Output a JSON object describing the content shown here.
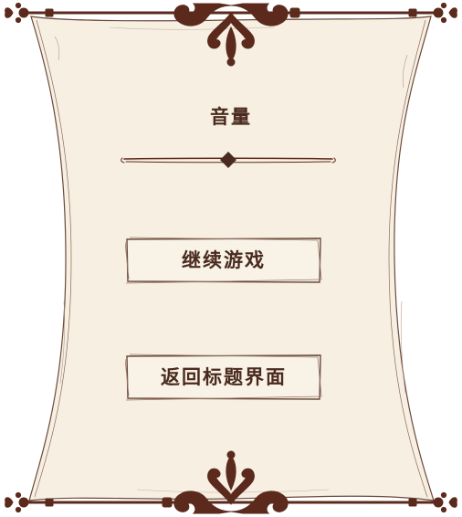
{
  "settings_menu": {
    "volume_label": "音量",
    "volume_level": 0.5,
    "buttons": [
      {
        "id": "continue",
        "label": "继续游戏"
      },
      {
        "id": "return_title",
        "label": "返回标题界面"
      }
    ]
  },
  "colors": {
    "parchment": "#f6efe2",
    "ink": "#4a2a1e",
    "ornament": "#5b2a1c",
    "sketch_line": "#8a6a5a"
  },
  "icons": {
    "top_ornament": "flourish-scroll-icon",
    "bottom_ornament": "flourish-scroll-icon",
    "slider_knob": "diamond-icon"
  }
}
